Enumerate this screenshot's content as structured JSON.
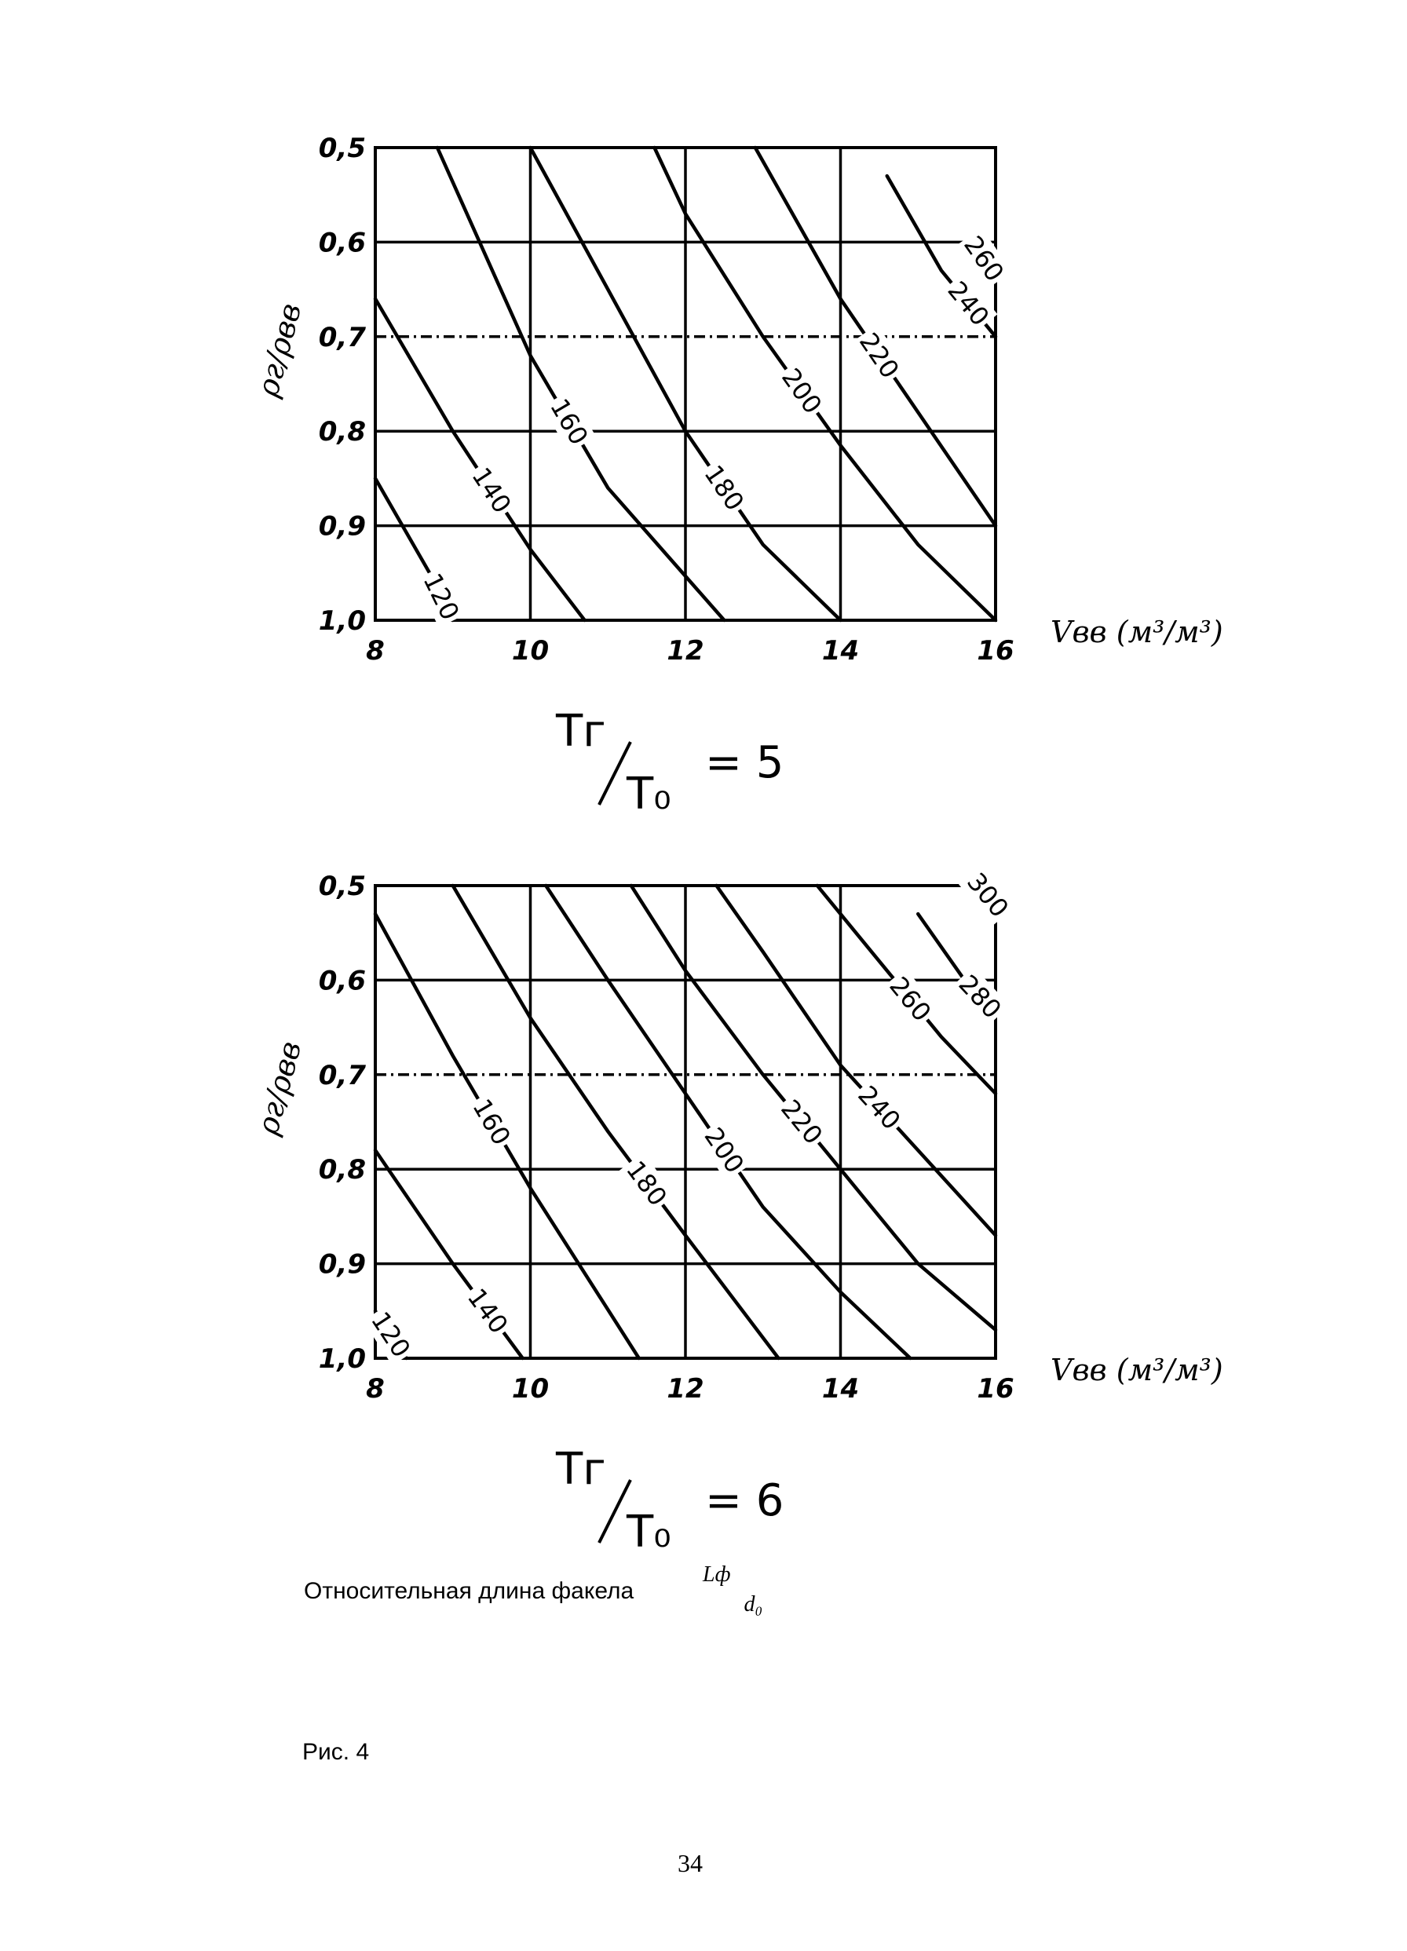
{
  "chart_data": [
    {
      "type": "line",
      "subtype": "contour",
      "title": "",
      "xlabel": "Vвв (м³/м³)",
      "ylabel": "ρг/ρвв",
      "condition_label": {
        "numerator": "Tг",
        "denominator": "T₀",
        "value": "= 5"
      },
      "xlim": [
        8,
        16
      ],
      "ylim": [
        0.5,
        1.0
      ],
      "y_inverted": true,
      "grid": true,
      "x_ticks": [
        "8",
        "10",
        "12",
        "14",
        "16"
      ],
      "y_ticks": [
        "0,5",
        "0,6",
        "0,7",
        "0,8",
        "0,9",
        "1,0"
      ],
      "series": [
        {
          "name": "120",
          "points": [
            [
              8.0,
              0.85
            ],
            [
              8.7,
              0.95
            ],
            [
              9.0,
              1.0
            ]
          ]
        },
        {
          "name": "140",
          "points": [
            [
              8.0,
              0.66
            ],
            [
              9.0,
              0.8
            ],
            [
              10.0,
              0.925
            ],
            [
              10.7,
              1.0
            ]
          ]
        },
        {
          "name": "160",
          "points": [
            [
              8.8,
              0.5
            ],
            [
              10.0,
              0.72
            ],
            [
              11.0,
              0.86
            ],
            [
              12.5,
              1.0
            ]
          ]
        },
        {
          "name": "180",
          "points": [
            [
              10.0,
              0.5
            ],
            [
              11.0,
              0.65
            ],
            [
              12.0,
              0.8
            ],
            [
              13.0,
              0.92
            ],
            [
              14.0,
              1.0
            ]
          ]
        },
        {
          "name": "200",
          "points": [
            [
              11.6,
              0.5
            ],
            [
              12.0,
              0.57
            ],
            [
              13.0,
              0.7
            ],
            [
              14.0,
              0.815
            ],
            [
              15.0,
              0.92
            ],
            [
              16.0,
              1.0
            ]
          ]
        },
        {
          "name": "220",
          "points": [
            [
              12.9,
              0.5
            ],
            [
              14.0,
              0.66
            ],
            [
              15.0,
              0.78
            ],
            [
              16.0,
              0.9
            ]
          ]
        },
        {
          "name": "240",
          "points": [
            [
              14.6,
              0.53
            ],
            [
              15.3,
              0.63
            ],
            [
              16.0,
              0.7
            ]
          ]
        },
        {
          "name": "260",
          "points": [
            [
              15.7,
              0.6
            ],
            [
              16.0,
              0.635
            ]
          ]
        }
      ]
    },
    {
      "type": "line",
      "subtype": "contour",
      "title": "",
      "xlabel": "Vвв (м³/м³)",
      "ylabel": "ρг/ρвв",
      "condition_label": {
        "numerator": "Tг",
        "denominator": "T₀",
        "value": "= 6"
      },
      "xlim": [
        8,
        16
      ],
      "ylim": [
        0.5,
        1.0
      ],
      "y_inverted": true,
      "grid": true,
      "x_ticks": [
        "8",
        "10",
        "12",
        "14",
        "16"
      ],
      "y_ticks": [
        "0,5",
        "0,6",
        "0,7",
        "0,8",
        "0,9",
        "1,0"
      ],
      "series": [
        {
          "name": "120",
          "points": [
            [
              8.0,
              0.95
            ],
            [
              8.4,
              1.0
            ]
          ]
        },
        {
          "name": "140",
          "points": [
            [
              8.0,
              0.78
            ],
            [
              9.0,
              0.9
            ],
            [
              9.9,
              1.0
            ]
          ]
        },
        {
          "name": "160",
          "points": [
            [
              8.0,
              0.53
            ],
            [
              9.0,
              0.68
            ],
            [
              10.0,
              0.82
            ],
            [
              11.4,
              1.0
            ]
          ]
        },
        {
          "name": "180",
          "points": [
            [
              9.0,
              0.5
            ],
            [
              10.0,
              0.64
            ],
            [
              11.0,
              0.76
            ],
            [
              12.0,
              0.87
            ],
            [
              13.2,
              1.0
            ]
          ]
        },
        {
          "name": "200",
          "points": [
            [
              10.2,
              0.5
            ],
            [
              11.0,
              0.6
            ],
            [
              12.0,
              0.72
            ],
            [
              13.0,
              0.84
            ],
            [
              14.0,
              0.93
            ],
            [
              14.9,
              1.0
            ]
          ]
        },
        {
          "name": "220",
          "points": [
            [
              11.3,
              0.5
            ],
            [
              12.0,
              0.59
            ],
            [
              13.0,
              0.7
            ],
            [
              14.0,
              0.8
            ],
            [
              15.0,
              0.9
            ],
            [
              16.0,
              0.97
            ]
          ]
        },
        {
          "name": "240",
          "points": [
            [
              12.4,
              0.5
            ],
            [
              13.0,
              0.57
            ],
            [
              14.0,
              0.69
            ],
            [
              15.0,
              0.78
            ],
            [
              16.0,
              0.87
            ]
          ]
        },
        {
          "name": "260",
          "points": [
            [
              13.7,
              0.5
            ],
            [
              14.5,
              0.58
            ],
            [
              15.3,
              0.66
            ],
            [
              16.0,
              0.72
            ]
          ]
        },
        {
          "name": "280",
          "points": [
            [
              15.0,
              0.53
            ],
            [
              15.6,
              0.6
            ],
            [
              16.0,
              0.635
            ]
          ]
        },
        {
          "name": "300",
          "points": [
            [
              15.8,
              0.5
            ],
            [
              16.0,
              0.52
            ]
          ]
        }
      ]
    }
  ],
  "caption": {
    "text": "Относительная длина факела",
    "formula_numerator": "Lф",
    "formula_denominator": "d₀"
  },
  "figure_label": "Рис. 4",
  "page_number": "34"
}
